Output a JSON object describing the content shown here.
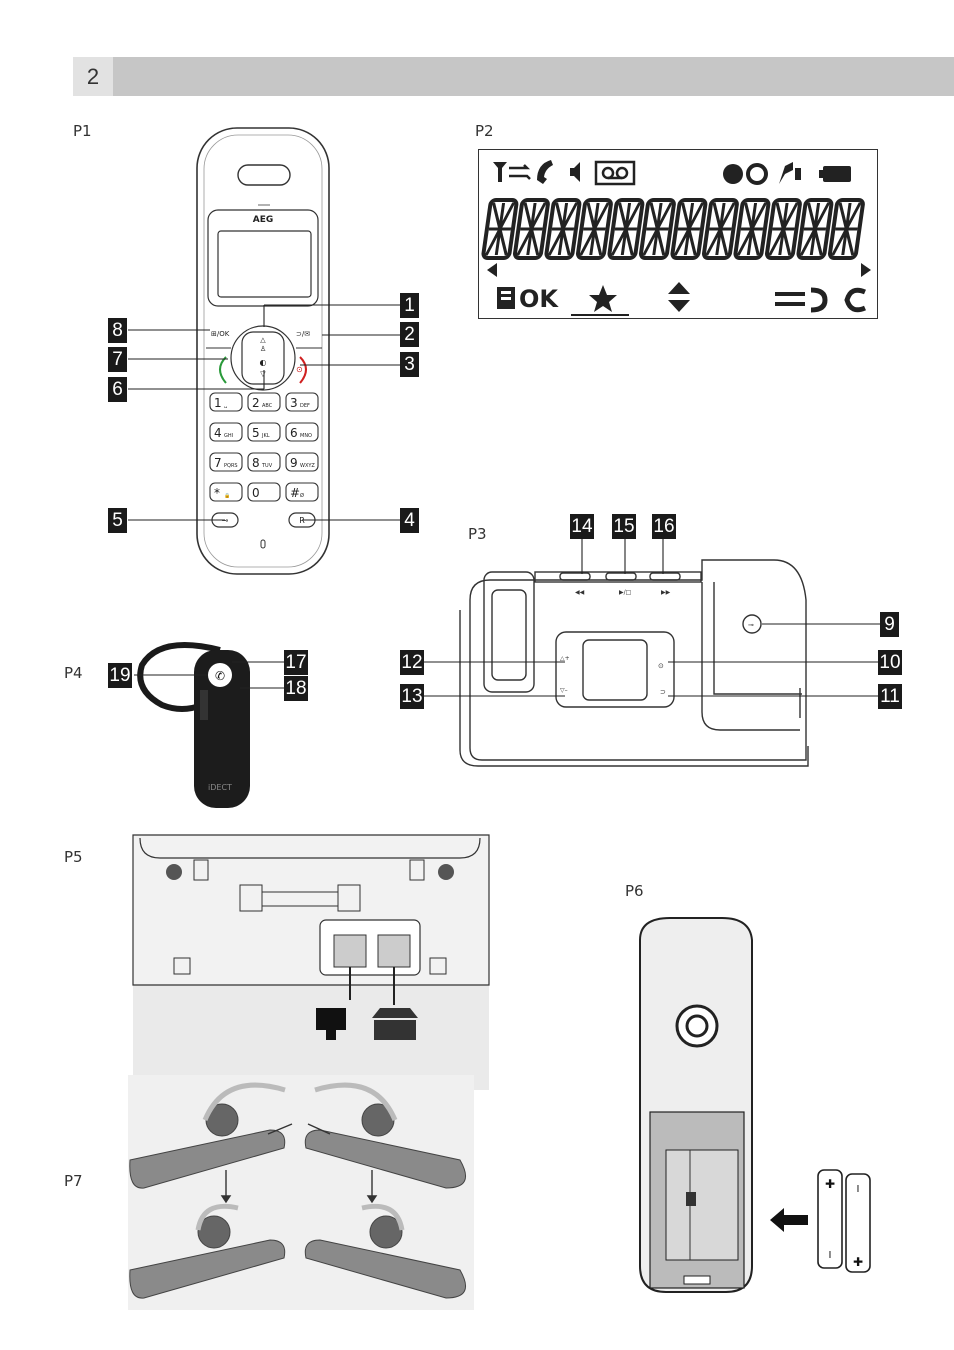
{
  "page": {
    "number": "2"
  },
  "panels": {
    "p1": "P1",
    "p2": "P2",
    "p3": "P3",
    "p4": "P4",
    "p5": "P5",
    "p6": "P6",
    "p7": "P7"
  },
  "handset": {
    "brand": "AEG",
    "ok_key": "⊞/OK",
    "keypad": [
      {
        "digit": "1",
        "sub": "␣"
      },
      {
        "digit": "2",
        "sub": "ABC"
      },
      {
        "digit": "3",
        "sub": "DEF"
      },
      {
        "digit": "4",
        "sub": "GHI"
      },
      {
        "digit": "5",
        "sub": "JKL"
      },
      {
        "digit": "6",
        "sub": "MNO"
      },
      {
        "digit": "7",
        "sub": "PQRS"
      },
      {
        "digit": "8",
        "sub": "TUV"
      },
      {
        "digit": "9",
        "sub": "WXYZ"
      },
      {
        "digit": "*",
        "sub": "🔒"
      },
      {
        "digit": "0",
        "sub": ""
      },
      {
        "digit": "#",
        "sub": "Ø"
      }
    ]
  },
  "callouts": {
    "c1": "1",
    "c2": "2",
    "c3": "3",
    "c4": "4",
    "c5": "5",
    "c6": "6",
    "c7": "7",
    "c8": "8",
    "c9": "9",
    "c10": "10",
    "c11": "11",
    "c12": "12",
    "c13": "13",
    "c14": "14",
    "c15": "15",
    "c16": "16",
    "c17": "17",
    "c18": "18",
    "c19": "19"
  },
  "display": {
    "ok_text": "OK"
  },
  "headset": {
    "brand": "iDECT"
  }
}
